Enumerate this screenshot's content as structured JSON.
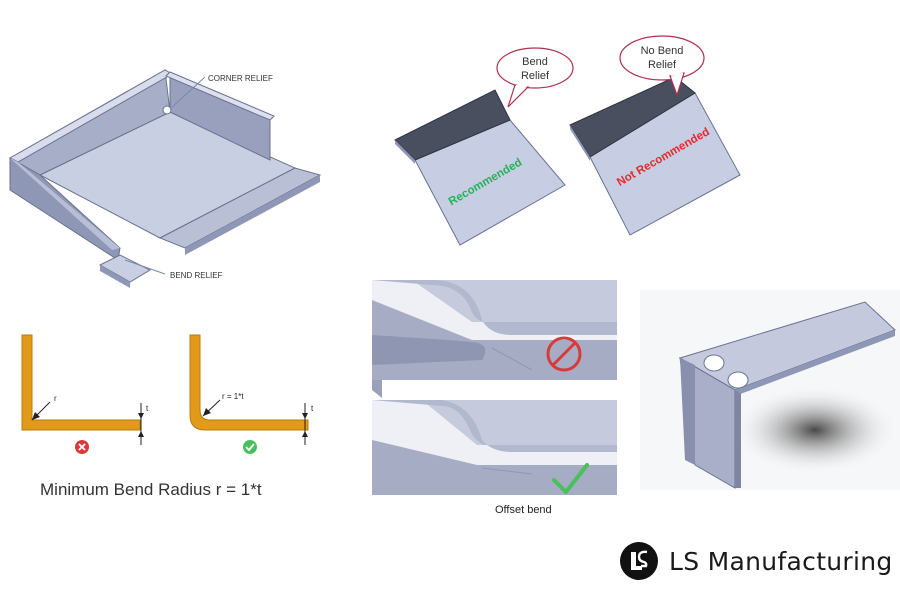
{
  "labels": {
    "corner_relief": "CORNER RELIEF",
    "bend_relief": "BEND RELIEF",
    "bubble_bend_relief_line1": "Bend",
    "bubble_bend_relief_line2": "Relief",
    "bubble_no_bend_relief_line1": "No Bend",
    "bubble_no_bend_relief_line2": "Relief",
    "recommended": "Recommended",
    "not_recommended": "Not Recommended",
    "radius_bad": "r",
    "radius_good": "r = 1*t",
    "thickness_1": "t",
    "thickness_2": "t",
    "offset_bend": "Offset bend",
    "caption": "Minimum Bend Radius r = 1*t"
  },
  "brand": {
    "name": "LS Manufacturing",
    "logo_icon": "ls-shield-logo"
  },
  "colors": {
    "sheet_top": "#c9cfe2",
    "sheet_side": "#8f97b6",
    "sheet_dark": "#4a4f60",
    "bracket_orange": "#e29a1a",
    "recommended_green": "#22b35c",
    "not_recommended_red": "#e32b2b",
    "bubble_border": "#b0304a",
    "cross_red": "#d83a3a",
    "check_green": "#49c05b"
  },
  "icons": [
    "cross-circle-icon",
    "check-circle-icon",
    "prohibited-icon",
    "checkmark-icon"
  ]
}
